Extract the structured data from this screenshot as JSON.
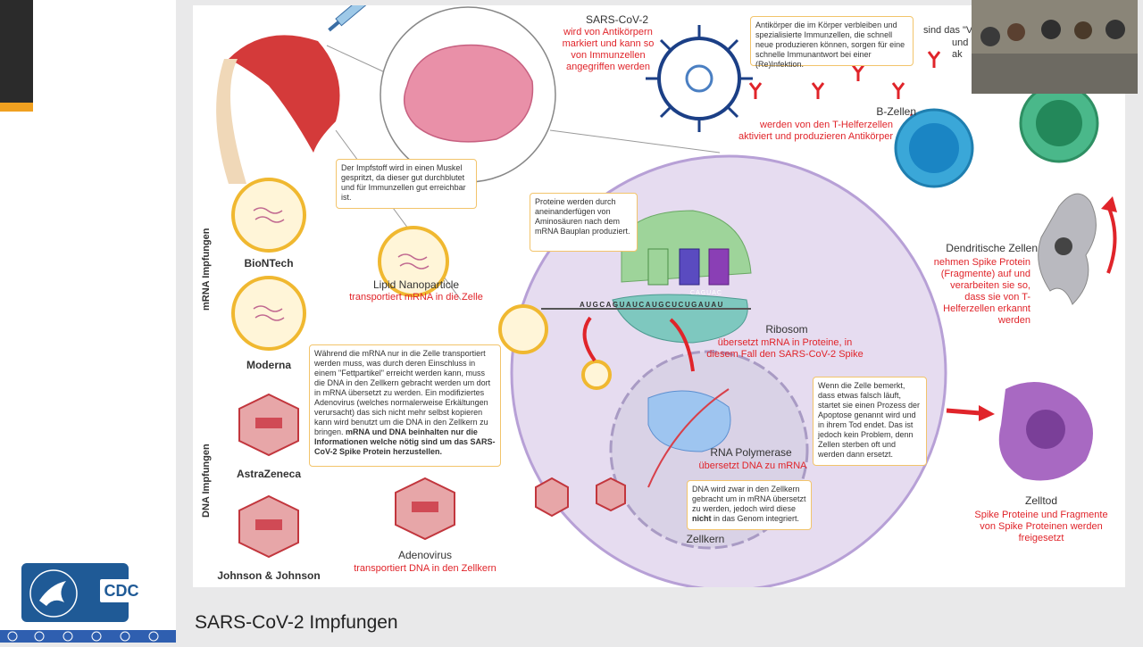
{
  "caption": "SARS-CoV-2 Impfungen",
  "logo": {
    "text": "CDC"
  },
  "diagram": {
    "sars": {
      "title": "SARS-CoV-2",
      "desc": "wird von Antikörpern markiert und kann so von Immunzellen angegriffen werden"
    },
    "antibody_note": "Antikörper die im Körper verbleiben und spezialisierte Immunzellen, die schnell neue produzieren können, sorgen für eine schnelle Immunantwort bei einer (Re)Infektion.",
    "partial_text": {
      "line1": "sind das \"V",
      "line2": "und ak"
    },
    "bcells": {
      "title": "B-Zellen",
      "desc": "werden von den T-Helferzellen aktiviert und produzieren Antikörper"
    },
    "muscle_note": "Der Impfstoff wird in einen Muskel gespritzt, da dieser gut durchblutet und für Immunzellen gut erreichbar ist.",
    "protein_note": "Proteine werden durch aneinanderfügen von Aminosäuren nach dem mRNA Bauplan produziert.",
    "mrna_label": "mRNA Impfungen",
    "dna_label": "DNA Impfungen",
    "biontech": "BioNTech",
    "moderna": "Moderna",
    "astrazeneca": "AstraZeneca",
    "jj": "Johnson & Johnson",
    "lnp": {
      "title": "Lipid Nanoparticle",
      "desc": "transportiert mRNA in die Zelle"
    },
    "ribosom": {
      "title": "Ribosom",
      "desc": "übersetzt mRNA in Proteine, in diesem Fall den SARS-CoV-2 Spike"
    },
    "dendritic": {
      "title": "Dendritische Zellen",
      "desc": "nehmen Spike Protein (Fragmente) auf und verarbeiten sie so, dass sie von T-Helferzellen erkannt werden"
    },
    "transport_note_plain": "Während die mRNA nur in die Zelle transportiert werden muss, was durch deren Einschluss in einem \"Fettpartikel\" erreicht werden kann, muss die DNA in den Zellkern gebracht werden um dort in mRNA übersetzt zu werden. Ein modifiziertes Adenovirus (welches normalerweise Erkältungen verursacht) das sich nicht mehr selbst kopieren kann wird benutzt um die DNA in den Zellkern zu bringen.",
    "transport_note_bold": "mRNA und DNA beinhalten nur die Informationen welche nötig sind um das SARS-CoV-2 Spike Protein herzustellen.",
    "apoptosis_note": "Wenn die Zelle bemerkt, dass etwas falsch läuft, startet sie einen Prozess der Apoptose genannt wird und in ihrem Tod endet. Das ist jedoch kein Problem, denn Zellen sterben oft und werden dann ersetzt.",
    "polymerase": {
      "title": "RNA Polymerase",
      "desc": "übersetzt DNA zu mRNA"
    },
    "nucleus_note_a": "DNA wird zwar in den Zellkern gebracht um in mRNA übersetzt zu werden, jedoch wird diese ",
    "nucleus_note_bold": "nicht",
    "nucleus_note_b": " in das Genom integriert.",
    "zellkern": "Zellkern",
    "adenovirus": {
      "title": "Adenovirus",
      "desc": "transportiert DNA in den Zellkern"
    },
    "zelltod": {
      "title": "Zelltod",
      "desc": "Spike Proteine und Fragmente von Spike Proteinen werden freigesetzt"
    },
    "mrna_bases": "AUGCAGUAUCAUGCUCUGAUAU",
    "codon_bases": "CAGUAC"
  },
  "colors": {
    "red": "#e0242a",
    "note_border": "#f2c46b",
    "cell": "#e6dcf0",
    "nucleus": "#d9d2e6",
    "ribosome": "#7ec8bf"
  }
}
